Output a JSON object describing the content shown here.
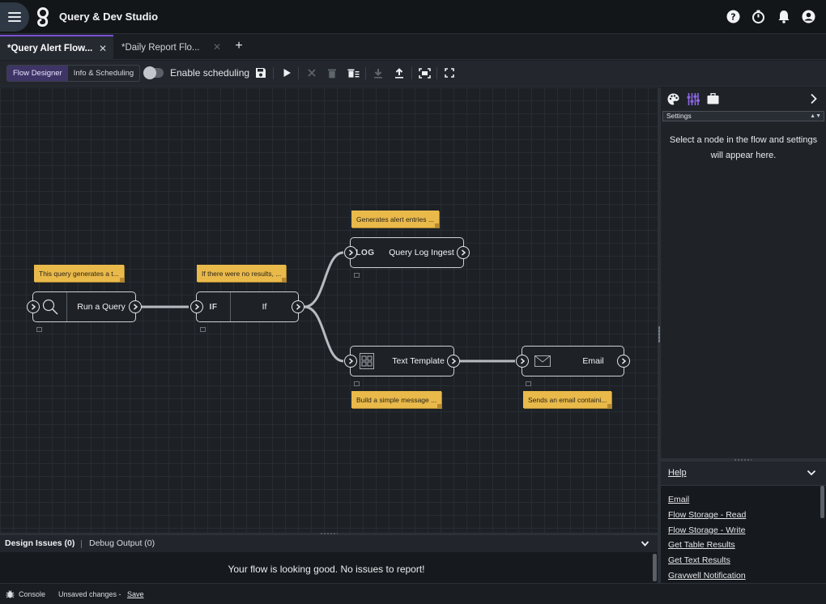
{
  "app": {
    "title": "Query & Dev Studio"
  },
  "tabs": [
    {
      "label": "*Query Alert Flow...",
      "active": true
    },
    {
      "label": "*Daily Report Flo...",
      "active": false
    }
  ],
  "toolbar": {
    "flow_designer": "Flow Designer",
    "info_scheduling": "Info & Scheduling",
    "enable_scheduling": "Enable scheduling"
  },
  "flow": {
    "nodes": [
      {
        "id": "run-query",
        "label": "Run a Query",
        "icon": "magnifier-icon",
        "note": "This query generates a t..."
      },
      {
        "id": "if",
        "label": "If",
        "icon_text": "IF",
        "note": "If there were no results, ..."
      },
      {
        "id": "query-log-ingest",
        "label": "Query Log Ingest",
        "icon_text": "LOG",
        "note": "Generates alert entries ..."
      },
      {
        "id": "text-template",
        "label": "Text Template",
        "icon": "grid-icon",
        "note": "Build a simple message ..."
      },
      {
        "id": "email",
        "label": "Email",
        "icon": "envelope-icon",
        "note": "Sends an email containi..."
      }
    ]
  },
  "right_panel": {
    "settings_select": "Settings",
    "message": "Select a node in the flow and settings will appear here."
  },
  "help": {
    "title": "Help",
    "items": [
      "Email",
      "Flow Storage - Read",
      "Flow Storage - Write",
      "Get Table Results",
      "Get Text Results",
      "Gravwell Notification"
    ]
  },
  "issues": {
    "design_tab": "Design Issues (0)",
    "debug_tab": "Debug Output (0)",
    "message": "Your flow is looking good. No issues to report!"
  },
  "status": {
    "console": "Console",
    "unsaved": "Unsaved changes -",
    "save": "Save"
  },
  "colors": {
    "accent": "#7b4fd6",
    "note": "#e9b94a",
    "background": "#1b1f24"
  }
}
